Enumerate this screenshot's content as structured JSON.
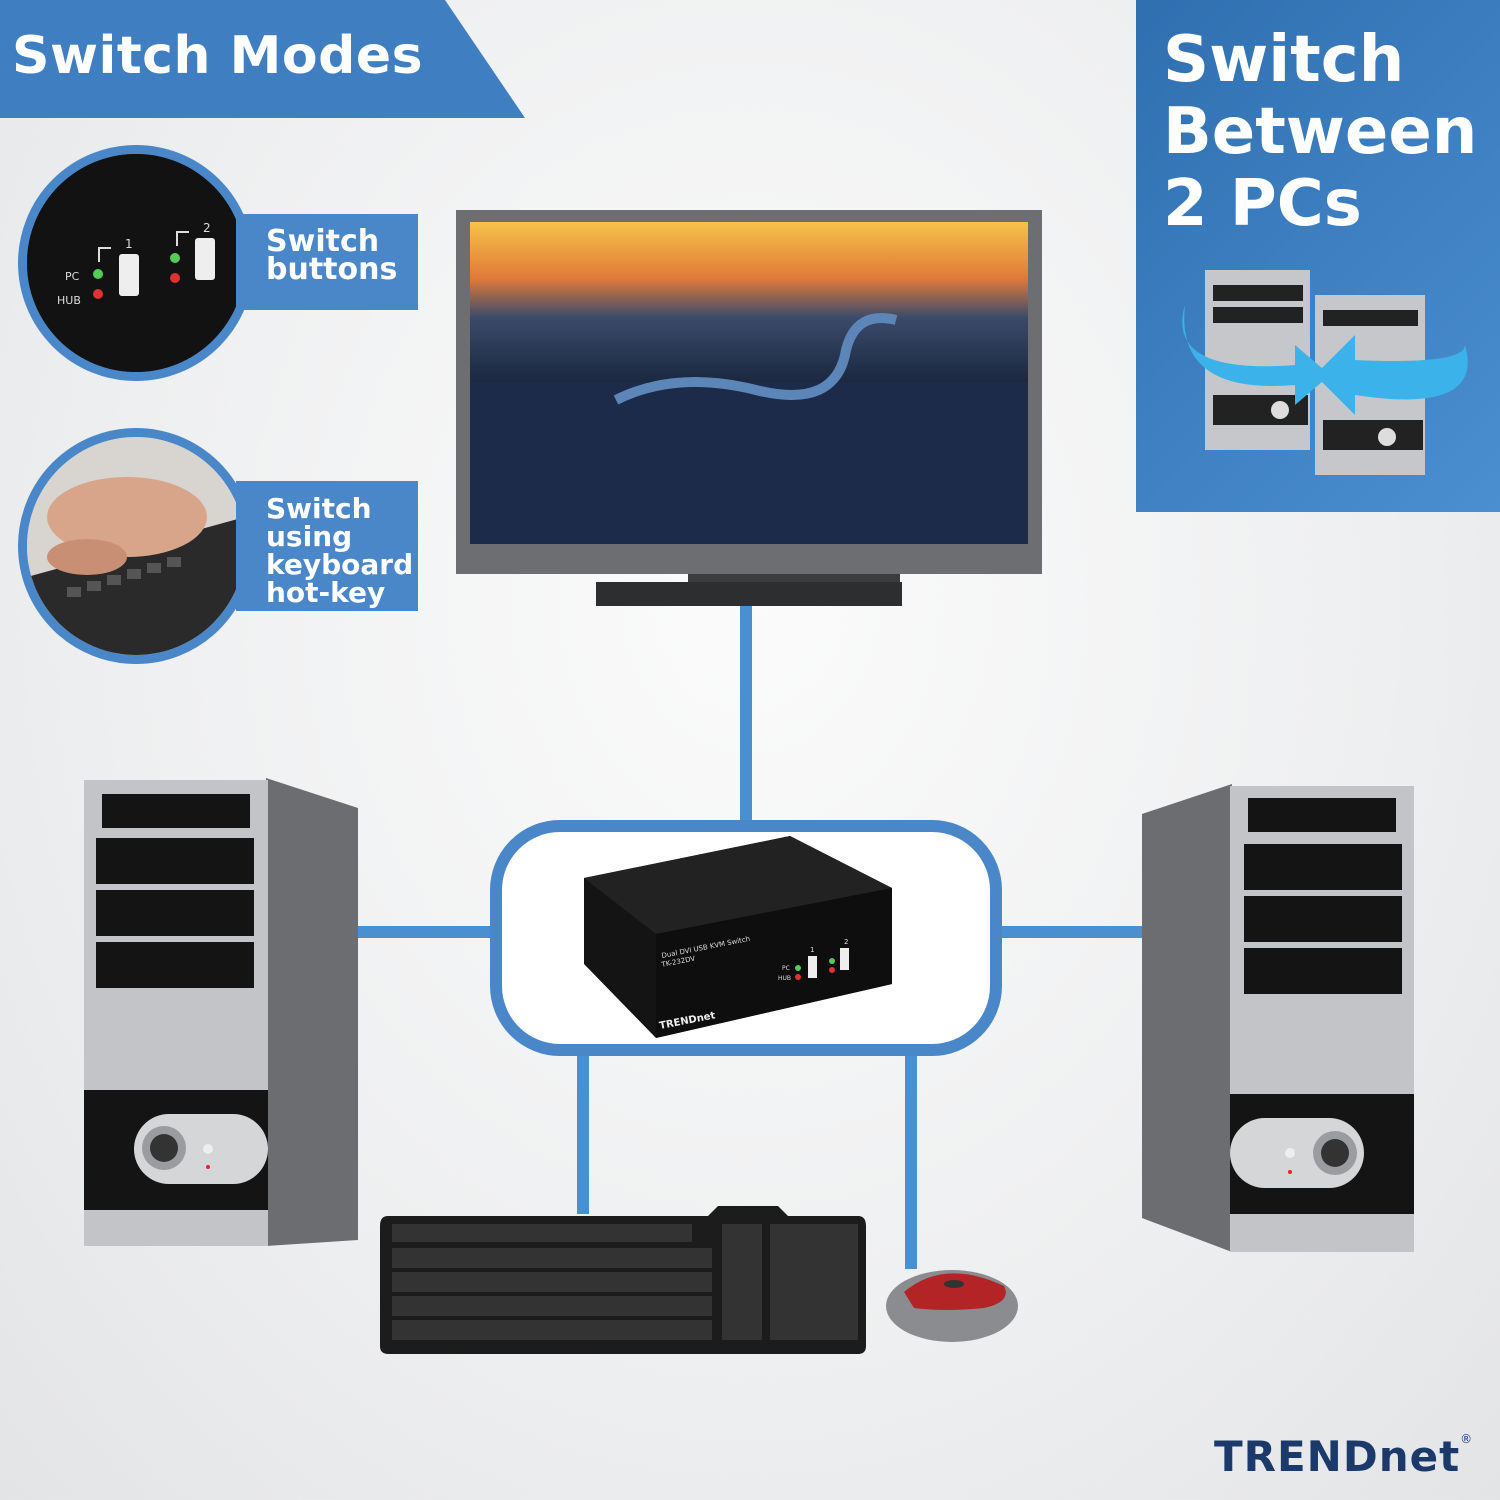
{
  "header": {
    "title": "Switch Modes"
  },
  "modes": [
    {
      "label": "Switch buttons",
      "icon": "switch-buttons-closeup"
    },
    {
      "label": "Switch using keyboard hot-key",
      "icon": "hand-typing-keyboard"
    }
  ],
  "mode_buttons": {
    "pc_label": "PC",
    "hub_label": "HUB",
    "port1": "1",
    "port2": "2"
  },
  "side_panel": {
    "title": "Switch Between 2 PCs",
    "icon": "two-pcs-swap-arrows"
  },
  "kvm": {
    "product_line": "Dual DVI USB KVM Switch",
    "model": "TK-232DV",
    "brand": "TRENDnet",
    "pc_label": "PC",
    "hub_label": "HUB",
    "port1": "1",
    "port2": "2"
  },
  "brand_logo": {
    "text": "TRENDnet",
    "mark": "®"
  },
  "colors": {
    "accent": "#4a87c8",
    "brand": "#1b3a6b",
    "wire": "#4a90d0"
  }
}
